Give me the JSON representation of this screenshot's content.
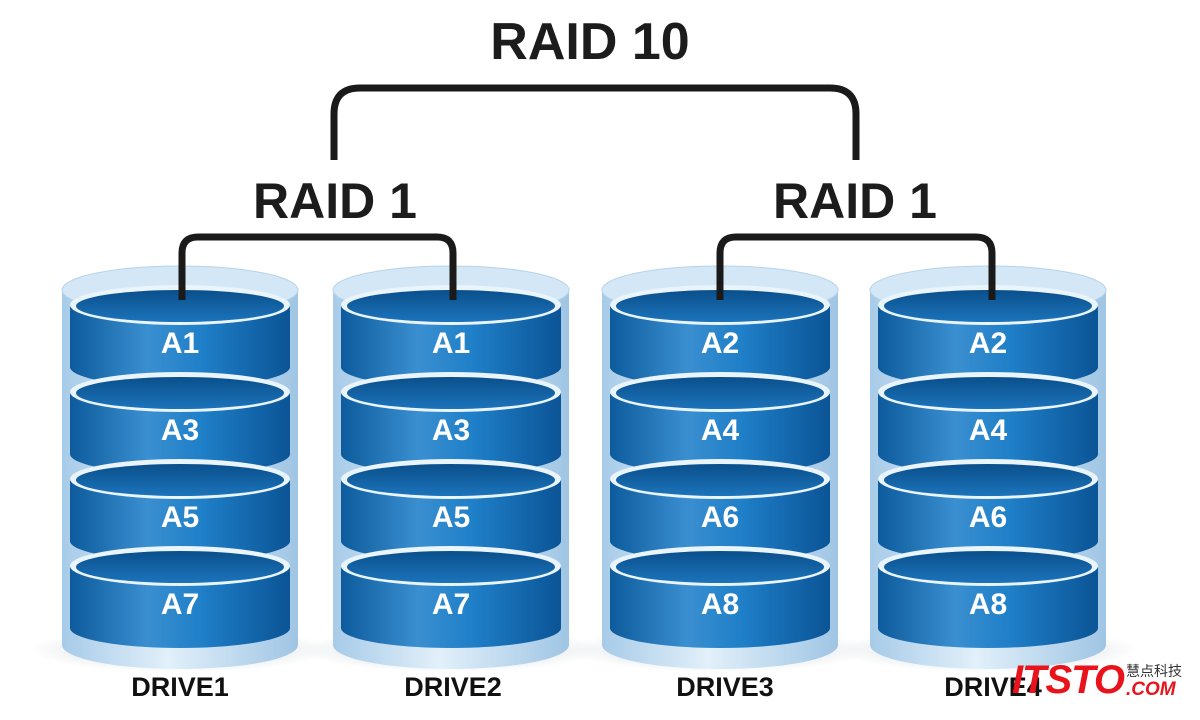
{
  "raid10": {
    "title": "RAID 10"
  },
  "mirrors": [
    {
      "title": "RAID 1"
    },
    {
      "title": "RAID 1"
    }
  ],
  "drives": [
    {
      "label": "DRIVE1",
      "blocks": [
        "A1",
        "A3",
        "A5",
        "A7"
      ]
    },
    {
      "label": "DRIVE2",
      "blocks": [
        "A1",
        "A3",
        "A5",
        "A7"
      ]
    },
    {
      "label": "DRIVE3",
      "blocks": [
        "A2",
        "A4",
        "A6",
        "A8"
      ]
    },
    {
      "label": "DRIVE4",
      "blocks": [
        "A2",
        "A4",
        "A6",
        "A8"
      ]
    }
  ],
  "watermark": {
    "main": "ITSTO",
    "cn": "慧点科技",
    "com": ".COM"
  },
  "colors": {
    "disk_dark": "#0d5b9c",
    "disk_mid": "#1f7fc8",
    "disk_light": "#5aa9e0",
    "shell": "#bcd9ef",
    "connector": "#1a1a1a",
    "watermark": "#e8131b"
  }
}
